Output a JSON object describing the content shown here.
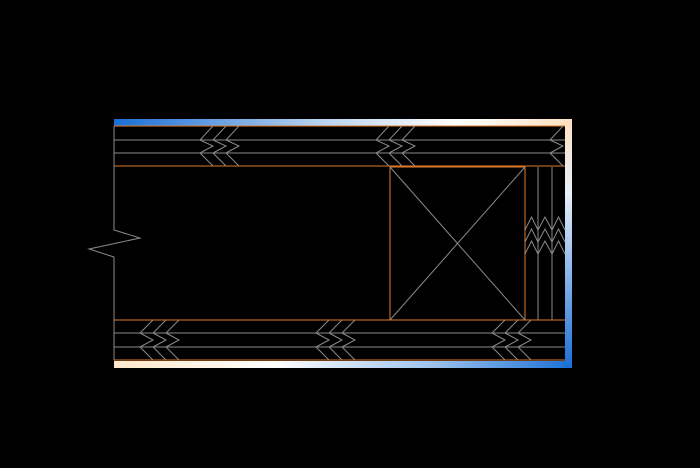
{
  "drawing": {
    "background_color": "#000000",
    "colors": {
      "outer_frame_gradient": [
        "#1a6fd6",
        "#8fb8e8",
        "#ffffff",
        "#ffd9b0"
      ],
      "orange_line": "#e07a2a",
      "gray_line": "#8a8a8a",
      "cream_line": "#f5e6d0"
    },
    "elements": {
      "outer_frame": "wall-section-frame",
      "cross_box": "crossed-opening-box",
      "break_line": "break-line-symbol",
      "top_band": "upper-layered-band",
      "bottom_band": "lower-layered-band",
      "side_band": "right-vertical-band"
    }
  }
}
